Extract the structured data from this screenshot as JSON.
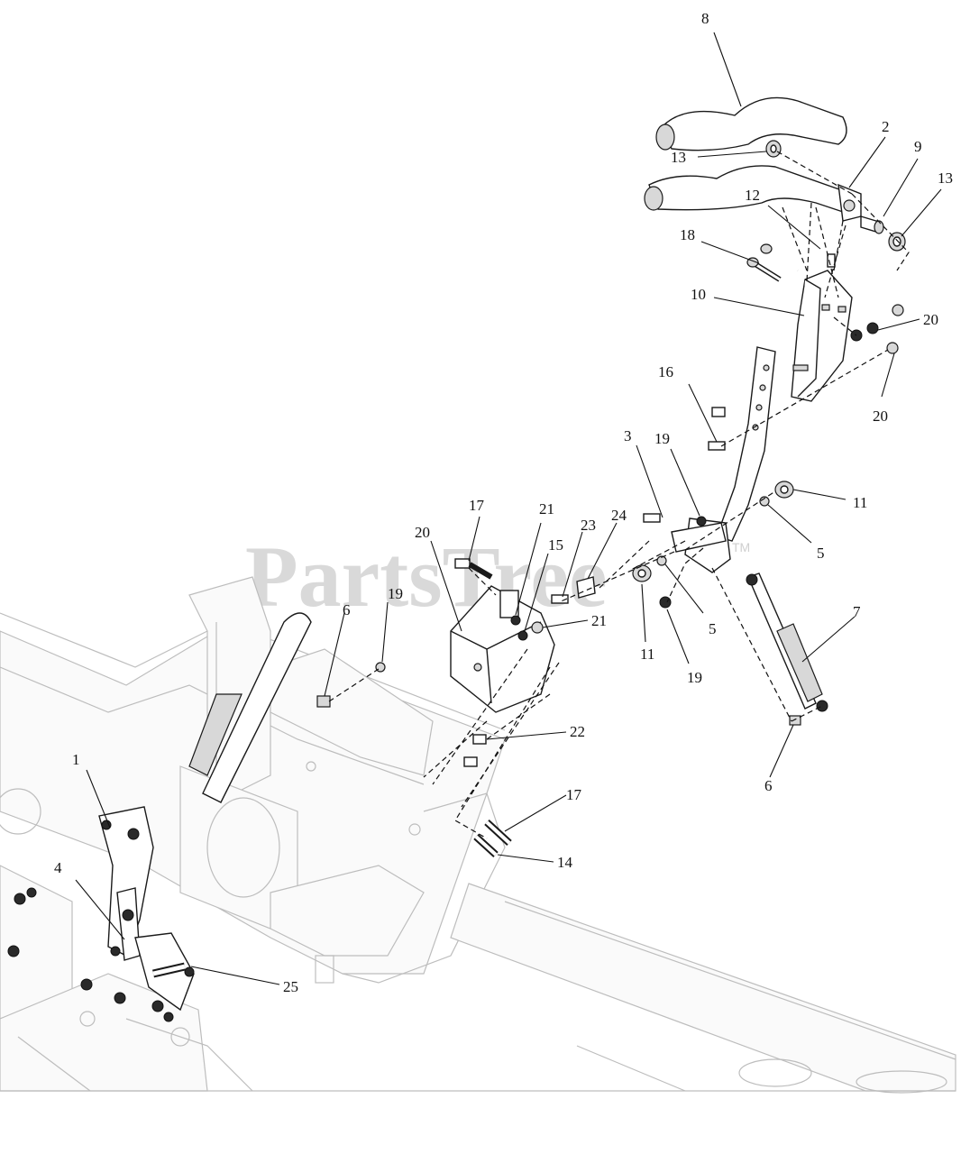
{
  "watermark": {
    "text": "PartsTree",
    "trademark": "TM"
  },
  "callouts": [
    {
      "id": "c8",
      "label": "8"
    },
    {
      "id": "c2",
      "label": "2"
    },
    {
      "id": "c9",
      "label": "9"
    },
    {
      "id": "c13a",
      "label": "13"
    },
    {
      "id": "c13b",
      "label": "13"
    },
    {
      "id": "c12",
      "label": "12"
    },
    {
      "id": "c18",
      "label": "18"
    },
    {
      "id": "c10",
      "label": "10"
    },
    {
      "id": "c20a",
      "label": "20"
    },
    {
      "id": "c20b",
      "label": "20"
    },
    {
      "id": "c16",
      "label": "16"
    },
    {
      "id": "c3",
      "label": "3"
    },
    {
      "id": "c19a",
      "label": "19"
    },
    {
      "id": "c11a",
      "label": "11"
    },
    {
      "id": "c5a",
      "label": "5"
    },
    {
      "id": "c17a",
      "label": "17"
    },
    {
      "id": "c21a",
      "label": "21"
    },
    {
      "id": "c15",
      "label": "15"
    },
    {
      "id": "c23",
      "label": "23"
    },
    {
      "id": "c24",
      "label": "24"
    },
    {
      "id": "c20c",
      "label": "20"
    },
    {
      "id": "c21b",
      "label": "21"
    },
    {
      "id": "c19b",
      "label": "19"
    },
    {
      "id": "c6a",
      "label": "6"
    },
    {
      "id": "c11b",
      "label": "11"
    },
    {
      "id": "c5b",
      "label": "5"
    },
    {
      "id": "c19c",
      "label": "19"
    },
    {
      "id": "c7",
      "label": "7"
    },
    {
      "id": "c22",
      "label": "22"
    },
    {
      "id": "c6b",
      "label": "6"
    },
    {
      "id": "c1",
      "label": "1"
    },
    {
      "id": "c17b",
      "label": "17"
    },
    {
      "id": "c14",
      "label": "14"
    },
    {
      "id": "c4",
      "label": "4"
    },
    {
      "id": "c25",
      "label": "25"
    }
  ]
}
